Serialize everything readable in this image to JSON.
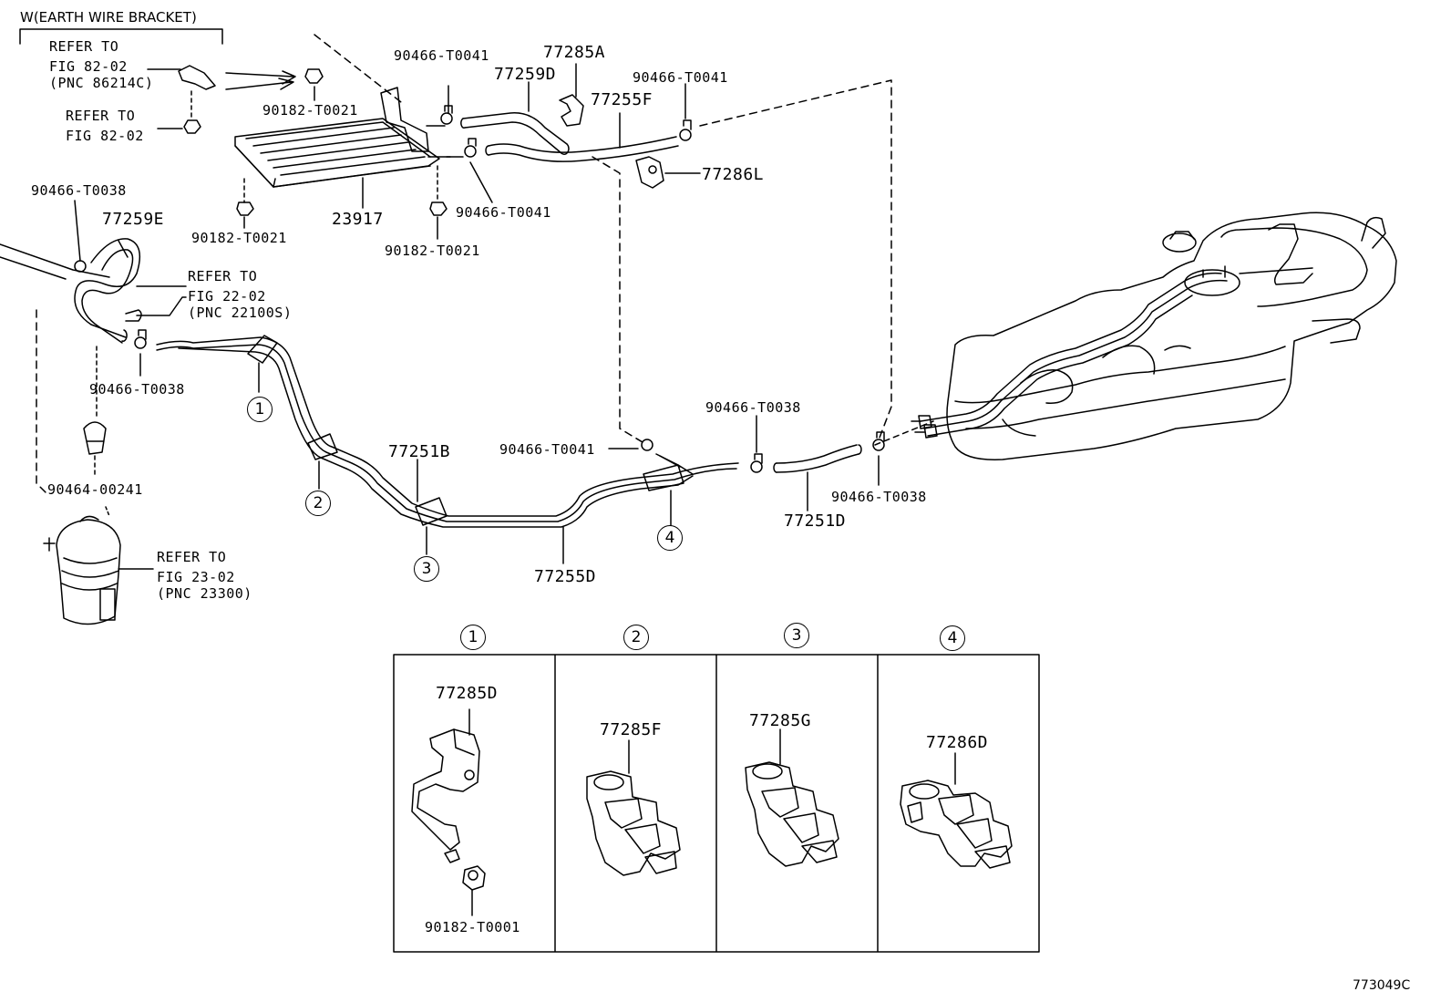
{
  "header": {
    "note": "W(EARTH WIRE BRACKET)"
  },
  "refs": {
    "fig8202_pnc": [
      "REFER TO",
      "FIG 82-02",
      "(PNC 86214C)"
    ],
    "fig8202": [
      "REFER TO",
      "FIG 82-02"
    ],
    "fig2202": [
      "REFER TO",
      "FIG 22-02",
      "(PNC 22100S)"
    ],
    "fig2302": [
      "REFER TO",
      "FIG 23-02",
      "(PNC 23300)"
    ]
  },
  "parts": {
    "p90466_T0041_a": "90466-T0041",
    "p77285A": "77285A",
    "p77259D": "77259D",
    "p90466_T0041_b": "90466-T0041",
    "p77255F": "77255F",
    "p90182_T0021_a": "90182-T0021",
    "p77286L": "77286L",
    "p90466_T0038_a": "90466-T0038",
    "p77259E": "77259E",
    "p23917": "23917",
    "p90466_T0041_c": "90466-T0041",
    "p90182_T0021_b": "90182-T0021",
    "p90182_T0021_c": "90182-T0021",
    "p90466_T0038_b": "90466-T0038",
    "p77251B": "77251B",
    "p90466_T0038_c": "90466-T0038",
    "p90466_T0041_d": "90466-T0041",
    "p90464_00241": "90464-00241",
    "p77255D": "77255D",
    "p77251D": "77251D",
    "p90466_T0038_d": "90466-T0038"
  },
  "callouts": [
    "1",
    "2",
    "3",
    "4"
  ],
  "detail_panels": [
    {
      "num": "1",
      "part": "77285D",
      "sub": "90182-T0001"
    },
    {
      "num": "2",
      "part": "77285F"
    },
    {
      "num": "3",
      "part": "77285G"
    },
    {
      "num": "4",
      "part": "77286D"
    }
  ],
  "figure_code": "773049C"
}
